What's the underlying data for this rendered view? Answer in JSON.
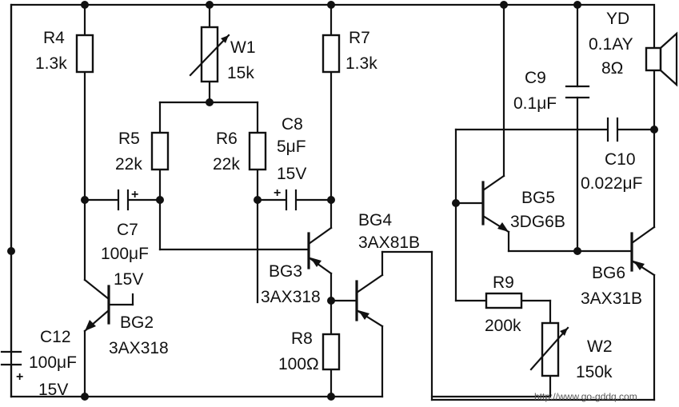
{
  "components": {
    "R4": {
      "ref": "R4",
      "value": "1.3k"
    },
    "W1": {
      "ref": "W1",
      "value": "15k"
    },
    "R7": {
      "ref": "R7",
      "value": "1.3k"
    },
    "R5": {
      "ref": "R5",
      "value": "22k"
    },
    "R6": {
      "ref": "R6",
      "value": "22k"
    },
    "C8": {
      "ref": "C8",
      "value": "5μF",
      "voltage": "15V"
    },
    "C7": {
      "ref": "C7",
      "value": "100μF",
      "voltage": "15V"
    },
    "BG2": {
      "ref": "BG2",
      "part": "3AX318"
    },
    "BG3": {
      "ref": "BG3",
      "part": "3AX318"
    },
    "BG4": {
      "ref": "BG4",
      "part": "3AX81B"
    },
    "R8": {
      "ref": "R8",
      "value": "100Ω"
    },
    "C12": {
      "ref": "C12",
      "value": "100μF",
      "voltage": "15V"
    },
    "YD": {
      "ref": "YD",
      "spec": "0.1AY",
      "value": "8Ω"
    },
    "C9": {
      "ref": "C9",
      "value": "0.1μF"
    },
    "C10": {
      "ref": "C10",
      "value": "0.022μF"
    },
    "BG5": {
      "ref": "BG5",
      "part": "3DG6B"
    },
    "BG6": {
      "ref": "BG6",
      "part": "3AX31B"
    },
    "R9": {
      "ref": "R9",
      "value": "200k"
    },
    "W2": {
      "ref": "W2",
      "value": "150k"
    }
  },
  "polarity": "+",
  "watermark": "http://www.go-gddq.com"
}
